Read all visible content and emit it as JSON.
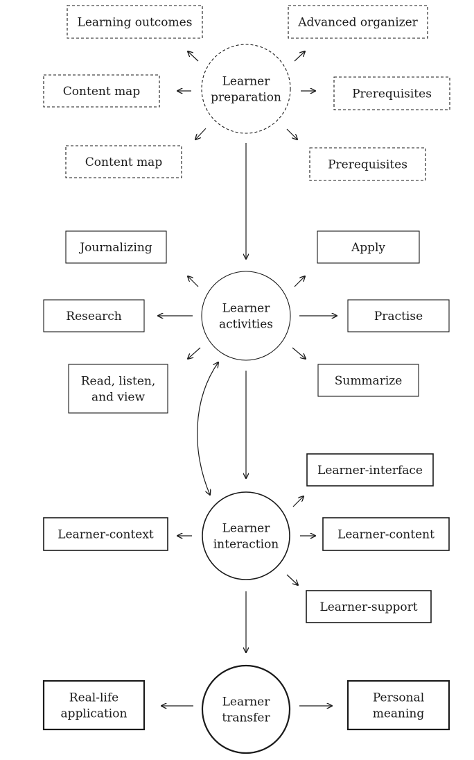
{
  "hubs": {
    "preparation": {
      "lines": [
        "Learner",
        "preparation"
      ],
      "border": "dashed"
    },
    "activities": {
      "lines": [
        "Learner",
        "activities"
      ],
      "border": "thin"
    },
    "interaction": {
      "lines": [
        "Learner",
        "interaction"
      ],
      "border": "medium"
    },
    "transfer": {
      "lines": [
        "Learner",
        "transfer"
      ],
      "border": "thick"
    }
  },
  "preparation_items": [
    {
      "key": "learning-outcomes",
      "lines": [
        "Learning outcomes"
      ]
    },
    {
      "key": "advanced-organizer",
      "lines": [
        "Advanced organizer"
      ]
    },
    {
      "key": "content-map-1",
      "lines": [
        "Content map"
      ]
    },
    {
      "key": "prerequisites-1",
      "lines": [
        "Prerequisites"
      ]
    },
    {
      "key": "content-map-2",
      "lines": [
        "Content map"
      ]
    },
    {
      "key": "prerequisites-2",
      "lines": [
        "Prerequisites"
      ]
    }
  ],
  "activity_items": [
    {
      "key": "journalizing",
      "lines": [
        "Journalizing"
      ]
    },
    {
      "key": "apply",
      "lines": [
        "Apply"
      ]
    },
    {
      "key": "research",
      "lines": [
        "Research"
      ]
    },
    {
      "key": "practise",
      "lines": [
        "Practise"
      ]
    },
    {
      "key": "read-listen-view",
      "lines": [
        "Read, listen,",
        "and view"
      ]
    },
    {
      "key": "summarize",
      "lines": [
        "Summarize"
      ]
    }
  ],
  "interaction_items": [
    {
      "key": "learner-interface",
      "lines": [
        "Learner-interface"
      ]
    },
    {
      "key": "learner-context",
      "lines": [
        "Learner-context"
      ]
    },
    {
      "key": "learner-content",
      "lines": [
        "Learner-content"
      ]
    },
    {
      "key": "learner-support",
      "lines": [
        "Learner-support"
      ]
    }
  ],
  "transfer_items": [
    {
      "key": "real-life-application",
      "lines": [
        "Real-life",
        "application"
      ]
    },
    {
      "key": "personal-meaning",
      "lines": [
        "Personal",
        "meaning"
      ]
    }
  ],
  "colors": {
    "ink": "#1a1a1a",
    "background": "#ffffff"
  }
}
